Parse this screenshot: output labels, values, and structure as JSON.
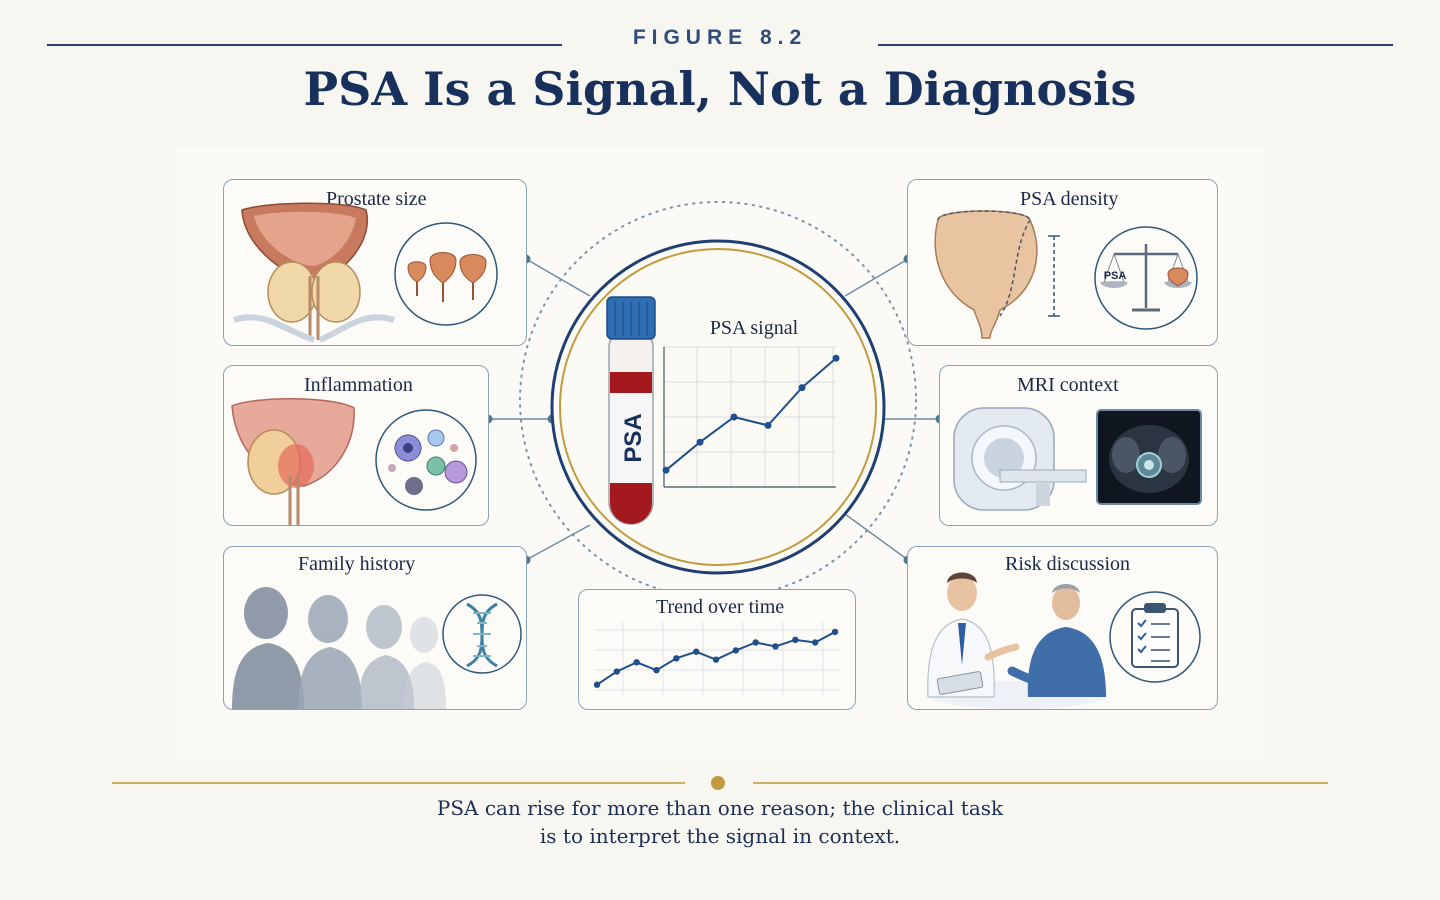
{
  "header": {
    "figure_label": "FIGURE 8.2",
    "title": "PSA Is a Signal, Not a Diagnosis"
  },
  "center": {
    "tube_label": "PSA",
    "chart_title": "PSA signal",
    "signal_trend": [
      0.12,
      0.32,
      0.5,
      0.44,
      0.71,
      0.92
    ]
  },
  "cards": {
    "prostate_size": {
      "title": "Prostate size"
    },
    "inflammation": {
      "title": "Inflammation"
    },
    "family_history": {
      "title": "Family history"
    },
    "psa_density": {
      "title": "PSA density",
      "scale_label": "PSA"
    },
    "mri_context": {
      "title": "MRI context"
    },
    "risk_discussion": {
      "title": "Risk discussion"
    },
    "trend_over_time": {
      "title": "Trend over time",
      "values": [
        0.08,
        0.28,
        0.42,
        0.3,
        0.48,
        0.58,
        0.46,
        0.6,
        0.72,
        0.66,
        0.76,
        0.72,
        0.88
      ]
    }
  },
  "caption": {
    "line1": "PSA can rise for more than one reason; the clinical task",
    "line2": "is to interpret the signal in context."
  },
  "colors": {
    "navy": "#17305c",
    "gold": "#c49a3e",
    "card_border": "#8aa3b8",
    "tube_red": "#a3191d",
    "cap_blue": "#2f6db3"
  }
}
